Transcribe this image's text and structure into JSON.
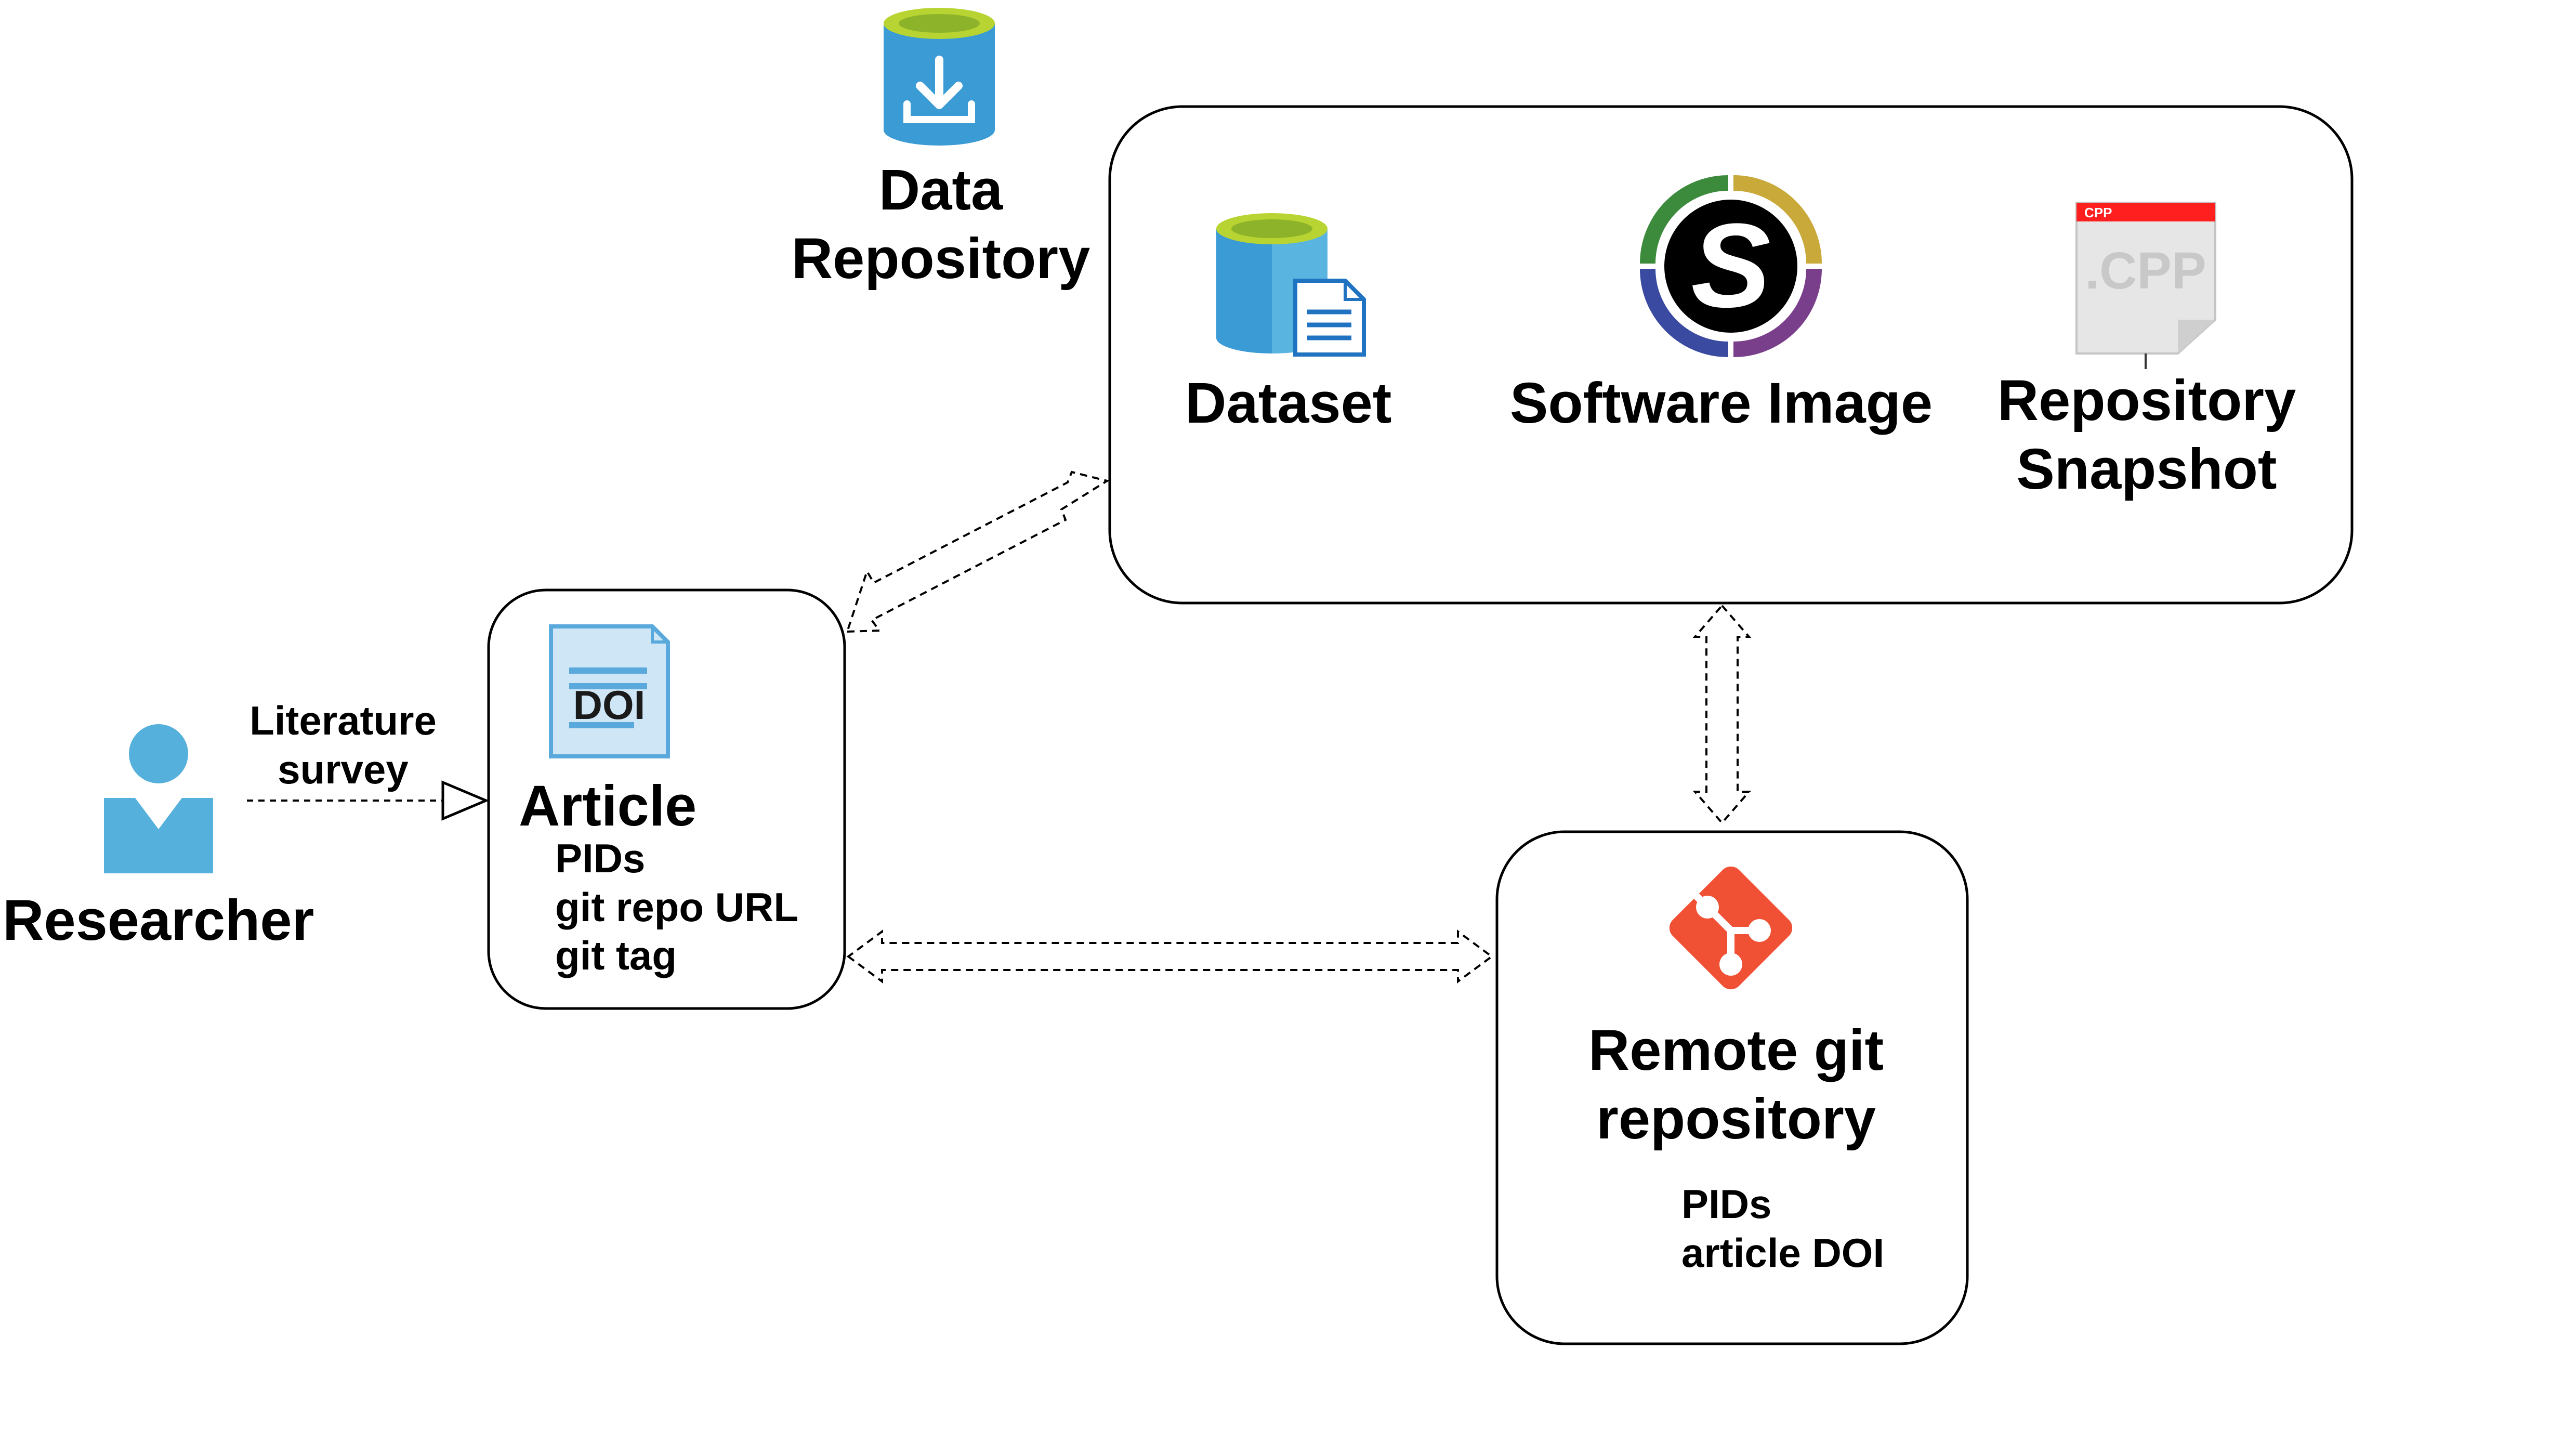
{
  "data_repository": {
    "line1": "Data",
    "line2": "Repository"
  },
  "dataset": {
    "label": "Dataset"
  },
  "software_image": {
    "label": "Software Image",
    "logo_letter": "S"
  },
  "repository_snapshot": {
    "line1": "Repository",
    "line2": "Snapshot",
    "file_badge": "CPP",
    "file_ext": ".CPP"
  },
  "researcher": {
    "label": "Researcher"
  },
  "literature_survey": {
    "line1": "Literature",
    "line2": "survey"
  },
  "article": {
    "doi_icon_text": "DOI",
    "title": "Article",
    "items": [
      "PIDs",
      "git repo URL",
      "git tag"
    ]
  },
  "remote_git": {
    "line1": "Remote git",
    "line2": "repository",
    "items": [
      "PIDs",
      "article DOI"
    ]
  },
  "colors": {
    "azure_blue": "#3a9bd5",
    "azure_blue_dark": "#2a7fbf",
    "db_top_green": "#b8d432",
    "person_blue": "#56b0dc",
    "git_orange": "#f05033",
    "snapshot_red": "#ff1f1f",
    "software_ring": [
      "#3c8a3c",
      "#c9a93a",
      "#7a3f8a",
      "#3a4aa0"
    ]
  }
}
